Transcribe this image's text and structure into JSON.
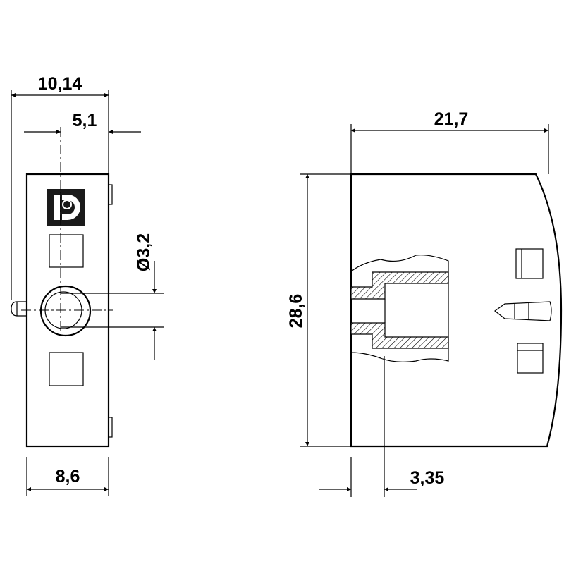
{
  "drawing": {
    "dimensions": {
      "overall_depth": "10,14",
      "hole_offset": "5,1",
      "hole_diameter": "Ø3,2",
      "base_width": "8,6",
      "overall_length": "21,7",
      "height": "28,6",
      "socket_offset": "3,35"
    },
    "colors": {
      "line": "#000000",
      "background": "#ffffff",
      "logo": "#1a1a1a"
    },
    "icons": [
      "phoenix-contact-logo"
    ]
  }
}
